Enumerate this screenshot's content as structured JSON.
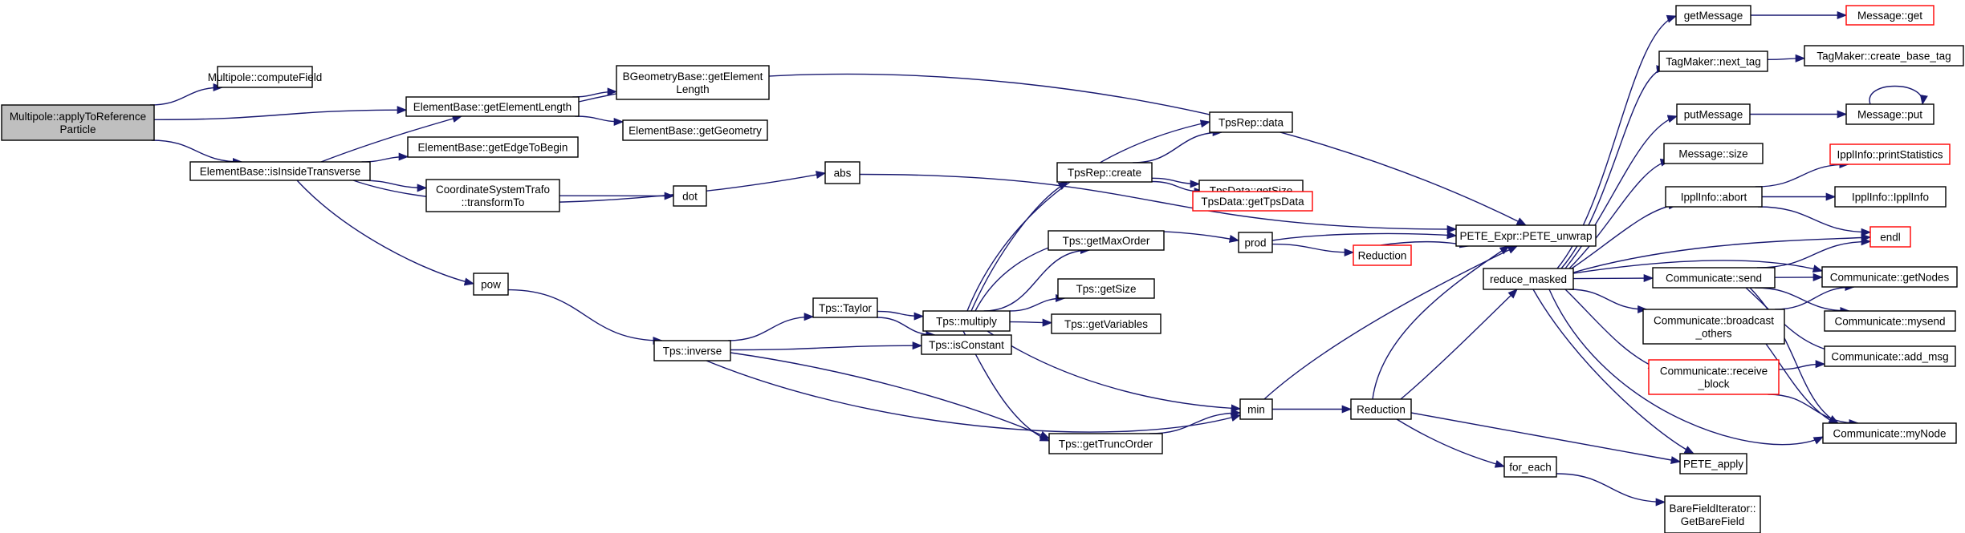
{
  "diagram": {
    "title": "",
    "colors": {
      "edge": "#191970",
      "truncated_border": "#ff0000",
      "normal_border": "#000000",
      "root_fill": "#bfbfbf"
    },
    "nodes": [
      {
        "id": "root",
        "lines": [
          "Multipole::applyToReference",
          "Particle"
        ],
        "kind": "root"
      },
      {
        "id": "computeField",
        "lines": [
          "Multipole::computeField"
        ],
        "kind": "normal"
      },
      {
        "id": "getElementLength",
        "lines": [
          "ElementBase::getElementLength"
        ],
        "kind": "normal"
      },
      {
        "id": "isInsideTransverse",
        "lines": [
          "ElementBase::isInsideTransverse"
        ],
        "kind": "normal"
      },
      {
        "id": "bgeomGetElementLength",
        "lines": [
          "BGeometryBase::getElement",
          "Length"
        ],
        "kind": "normal"
      },
      {
        "id": "getGeometry",
        "lines": [
          "ElementBase::getGeometry"
        ],
        "kind": "normal"
      },
      {
        "id": "getEdgeToBegin",
        "lines": [
          "ElementBase::getEdgeToBegin"
        ],
        "kind": "normal"
      },
      {
        "id": "transformTo",
        "lines": [
          "CoordinateSystemTrafo",
          "::transformTo"
        ],
        "kind": "normal"
      },
      {
        "id": "dot",
        "lines": [
          "dot"
        ],
        "kind": "normal"
      },
      {
        "id": "abs",
        "lines": [
          "abs"
        ],
        "kind": "normal"
      },
      {
        "id": "pow",
        "lines": [
          "pow"
        ],
        "kind": "normal"
      },
      {
        "id": "tpsInverse",
        "lines": [
          "Tps::inverse"
        ],
        "kind": "normal"
      },
      {
        "id": "tpsTaylor",
        "lines": [
          "Tps::Taylor"
        ],
        "kind": "normal"
      },
      {
        "id": "tpsMultiply",
        "lines": [
          "Tps::multiply"
        ],
        "kind": "normal"
      },
      {
        "id": "tpsIsConstant",
        "lines": [
          "Tps::isConstant"
        ],
        "kind": "normal"
      },
      {
        "id": "tpsGetTruncOrder",
        "lines": [
          "Tps::getTruncOrder"
        ],
        "kind": "normal"
      },
      {
        "id": "tpsRepCreate",
        "lines": [
          "TpsRep::create"
        ],
        "kind": "normal"
      },
      {
        "id": "tpsRepData",
        "lines": [
          "TpsRep::data"
        ],
        "kind": "normal"
      },
      {
        "id": "tpsDataGetSize",
        "lines": [
          "TpsData::getSize"
        ],
        "kind": "normal"
      },
      {
        "id": "tpsDataGetTpsData",
        "lines": [
          "TpsData::getTpsData"
        ],
        "kind": "truncated"
      },
      {
        "id": "tpsGetMaxOrder",
        "lines": [
          "Tps::getMaxOrder"
        ],
        "kind": "normal"
      },
      {
        "id": "tpsGetSize",
        "lines": [
          "Tps::getSize"
        ],
        "kind": "normal"
      },
      {
        "id": "tpsGetVariables",
        "lines": [
          "Tps::getVariables"
        ],
        "kind": "normal"
      },
      {
        "id": "prod",
        "lines": [
          "prod"
        ],
        "kind": "normal"
      },
      {
        "id": "min",
        "lines": [
          "min"
        ],
        "kind": "normal"
      },
      {
        "id": "reductionRed",
        "lines": [
          "Reduction"
        ],
        "kind": "truncated"
      },
      {
        "id": "reduction",
        "lines": [
          "Reduction"
        ],
        "kind": "normal"
      },
      {
        "id": "peteUnwrap",
        "lines": [
          "PETE_Expr::PETE_unwrap"
        ],
        "kind": "normal"
      },
      {
        "id": "reduceMasked",
        "lines": [
          "reduce_masked"
        ],
        "kind": "normal"
      },
      {
        "id": "forEach",
        "lines": [
          "for_each"
        ],
        "kind": "normal"
      },
      {
        "id": "getBareField",
        "lines": [
          "BareFieldIterator::",
          "GetBareField"
        ],
        "kind": "normal"
      },
      {
        "id": "peteApply",
        "lines": [
          "PETE_apply"
        ],
        "kind": "normal"
      },
      {
        "id": "getMessage",
        "lines": [
          "getMessage"
        ],
        "kind": "normal"
      },
      {
        "id": "tagMakerNextTag",
        "lines": [
          "TagMaker::next_tag"
        ],
        "kind": "normal"
      },
      {
        "id": "putMessage",
        "lines": [
          "putMessage"
        ],
        "kind": "normal"
      },
      {
        "id": "messageSize",
        "lines": [
          "Message::size"
        ],
        "kind": "normal"
      },
      {
        "id": "ipplInfoAbort",
        "lines": [
          "IpplInfo::abort"
        ],
        "kind": "normal"
      },
      {
        "id": "commSend",
        "lines": [
          "Communicate::send"
        ],
        "kind": "normal"
      },
      {
        "id": "commBroadcast",
        "lines": [
          "Communicate::broadcast",
          "_others"
        ],
        "kind": "normal"
      },
      {
        "id": "commReceiveBlock",
        "lines": [
          "Communicate::receive",
          "_block"
        ],
        "kind": "truncated"
      },
      {
        "id": "messageGet",
        "lines": [
          "Message::get"
        ],
        "kind": "truncated"
      },
      {
        "id": "tagMakerCreateBaseTag",
        "lines": [
          "TagMaker::create_base_tag"
        ],
        "kind": "normal"
      },
      {
        "id": "messagePut",
        "lines": [
          "Message::put"
        ],
        "kind": "normal"
      },
      {
        "id": "ipplInfoPrintStatistics",
        "lines": [
          "IpplInfo::printStatistics"
        ],
        "kind": "truncated"
      },
      {
        "id": "ipplInfoIpplInfo",
        "lines": [
          "IpplInfo::IpplInfo"
        ],
        "kind": "normal"
      },
      {
        "id": "endl",
        "lines": [
          "endl"
        ],
        "kind": "truncated"
      },
      {
        "id": "commGetNodes",
        "lines": [
          "Communicate::getNodes"
        ],
        "kind": "normal"
      },
      {
        "id": "commMysend",
        "lines": [
          "Communicate::mysend"
        ],
        "kind": "normal"
      },
      {
        "id": "commAddMsg",
        "lines": [
          "Communicate::add_msg"
        ],
        "kind": "normal"
      },
      {
        "id": "commMyNode",
        "lines": [
          "Communicate::myNode"
        ],
        "kind": "normal"
      }
    ],
    "edges": [
      [
        "root",
        "computeField"
      ],
      [
        "root",
        "getElementLength"
      ],
      [
        "root",
        "isInsideTransverse"
      ],
      [
        "getElementLength",
        "bgeomGetElementLength"
      ],
      [
        "getElementLength",
        "getGeometry"
      ],
      [
        "getElementLength",
        "peteUnwrap"
      ],
      [
        "isInsideTransverse",
        "getElementLength"
      ],
      [
        "isInsideTransverse",
        "getEdgeToBegin"
      ],
      [
        "isInsideTransverse",
        "transformTo"
      ],
      [
        "isInsideTransverse",
        "abs"
      ],
      [
        "isInsideTransverse",
        "pow"
      ],
      [
        "transformTo",
        "dot"
      ],
      [
        "abs",
        "peteUnwrap"
      ],
      [
        "pow",
        "tpsInverse"
      ],
      [
        "tpsInverse",
        "tpsTaylor"
      ],
      [
        "tpsInverse",
        "tpsIsConstant"
      ],
      [
        "tpsInverse",
        "tpsGetTruncOrder"
      ],
      [
        "tpsInverse",
        "min"
      ],
      [
        "tpsTaylor",
        "tpsMultiply"
      ],
      [
        "tpsTaylor",
        "tpsIsConstant"
      ],
      [
        "tpsMultiply",
        "tpsRepCreate"
      ],
      [
        "tpsMultiply",
        "tpsRepData"
      ],
      [
        "tpsMultiply",
        "prod"
      ],
      [
        "tpsMultiply",
        "tpsGetMaxOrder"
      ],
      [
        "tpsMultiply",
        "tpsGetSize"
      ],
      [
        "tpsMultiply",
        "tpsGetVariables"
      ],
      [
        "tpsMultiply",
        "tpsGetTruncOrder"
      ],
      [
        "tpsMultiply",
        "min"
      ],
      [
        "tpsRepCreate",
        "tpsRepData"
      ],
      [
        "tpsRepCreate",
        "tpsDataGetSize"
      ],
      [
        "tpsRepCreate",
        "tpsDataGetTpsData"
      ],
      [
        "tpsGetTruncOrder",
        "min"
      ],
      [
        "prod",
        "peteUnwrap"
      ],
      [
        "prod",
        "reductionRed"
      ],
      [
        "reductionRed",
        "peteUnwrap"
      ],
      [
        "min",
        "peteUnwrap"
      ],
      [
        "min",
        "reduction"
      ],
      [
        "reduction",
        "peteUnwrap"
      ],
      [
        "reduction",
        "reduceMasked"
      ],
      [
        "reduction",
        "forEach"
      ],
      [
        "reduction",
        "peteApply"
      ],
      [
        "forEach",
        "getBareField"
      ],
      [
        "reduceMasked",
        "getMessage"
      ],
      [
        "reduceMasked",
        "tagMakerNextTag"
      ],
      [
        "reduceMasked",
        "putMessage"
      ],
      [
        "reduceMasked",
        "messageSize"
      ],
      [
        "reduceMasked",
        "ipplInfoAbort"
      ],
      [
        "reduceMasked",
        "endl"
      ],
      [
        "reduceMasked",
        "commGetNodes"
      ],
      [
        "reduceMasked",
        "commSend"
      ],
      [
        "reduceMasked",
        "commBroadcast"
      ],
      [
        "reduceMasked",
        "commReceiveBlock"
      ],
      [
        "reduceMasked",
        "commMyNode"
      ],
      [
        "reduceMasked",
        "peteApply"
      ],
      [
        "getMessage",
        "messageGet"
      ],
      [
        "tagMakerNextTag",
        "tagMakerCreateBaseTag"
      ],
      [
        "putMessage",
        "messagePut"
      ],
      [
        "messagePut",
        "messagePut"
      ],
      [
        "ipplInfoAbort",
        "ipplInfoPrintStatistics"
      ],
      [
        "ipplInfoAbort",
        "ipplInfoIpplInfo"
      ],
      [
        "ipplInfoAbort",
        "endl"
      ],
      [
        "commSend",
        "endl"
      ],
      [
        "commSend",
        "commGetNodes"
      ],
      [
        "commSend",
        "commMysend"
      ],
      [
        "commSend",
        "commAddMsg"
      ],
      [
        "commSend",
        "commMyNode"
      ],
      [
        "commBroadcast",
        "commGetNodes"
      ],
      [
        "commBroadcast",
        "commMyNode"
      ],
      [
        "commReceiveBlock",
        "commAddMsg"
      ],
      [
        "commReceiveBlock",
        "commMyNode"
      ]
    ]
  }
}
